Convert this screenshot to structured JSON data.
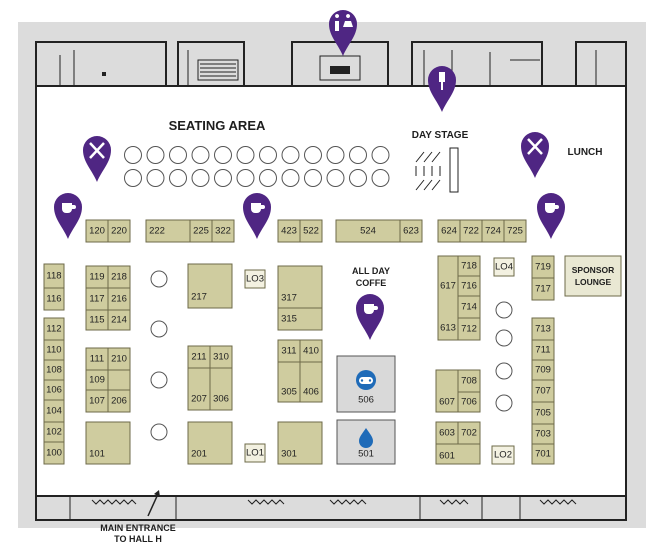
{
  "labels": {
    "seating_area": "SEATING AREA",
    "day_stage": "DAY STAGE",
    "lunch": "LUNCH",
    "all_day_coffee_1": "ALL DAY",
    "all_day_coffee_2": "COFFE",
    "sponsor_1": "SPONSOR",
    "sponsor_2": "LOUNGE",
    "entrance_1": "MAIN ENTRANCE",
    "entrance_2": "TO HALL H"
  },
  "booths": {
    "b118": "118",
    "b116": "116",
    "b112": "112",
    "b110": "110",
    "b108": "108",
    "b106": "106",
    "b104": "104",
    "b102": "102",
    "b100": "100",
    "b120": "120",
    "b220": "220",
    "b222": "222",
    "b225": "225",
    "b322": "322",
    "b423": "423",
    "b522": "522",
    "b524": "524",
    "b623": "623",
    "b624": "624",
    "b722": "722",
    "b724": "724",
    "b725": "725",
    "b119": "119",
    "b218": "218",
    "b117": "117",
    "b216": "216",
    "b115": "115",
    "b214": "214",
    "b111": "111",
    "b210": "210",
    "b109": "109",
    "b107": "107",
    "b206": "206",
    "b101": "101",
    "b217": "217",
    "b211": "211",
    "b310": "310",
    "b207": "207",
    "b306": "306",
    "b201": "201",
    "lo3": "LO3",
    "lo1": "LO1",
    "b317": "317",
    "b315": "315",
    "b311": "311",
    "b410": "410",
    "b305": "305",
    "b406": "406",
    "b301": "301",
    "b506": "506",
    "b501": "501",
    "b718": "718",
    "b617": "617",
    "b716": "716",
    "b714": "714",
    "b613": "613",
    "b712": "712",
    "lo4": "LO4",
    "lo2": "LO2",
    "b708": "708",
    "b607": "607",
    "b706": "706",
    "b603": "603",
    "b702": "702",
    "b601": "601",
    "b719": "719",
    "b717": "717",
    "b713": "713",
    "b711": "711",
    "b709": "709",
    "b707": "707",
    "b705": "705",
    "b703": "703",
    "b701": "701"
  },
  "icons": {
    "restroom": "restroom-icon",
    "stage_mic": "microphone-icon",
    "dining_left": "fork-knife-icon",
    "dining_right": "fork-knife-icon",
    "coffee": "coffee-cup-icon",
    "gaming": "gamepad-icon",
    "water": "water-drop-icon"
  },
  "colors": {
    "booth_fill": "#cfcc9f",
    "pin_purple": "#4f2683",
    "special_booth": "#d9d9d9",
    "icon_blue": "#1f6bb8"
  }
}
